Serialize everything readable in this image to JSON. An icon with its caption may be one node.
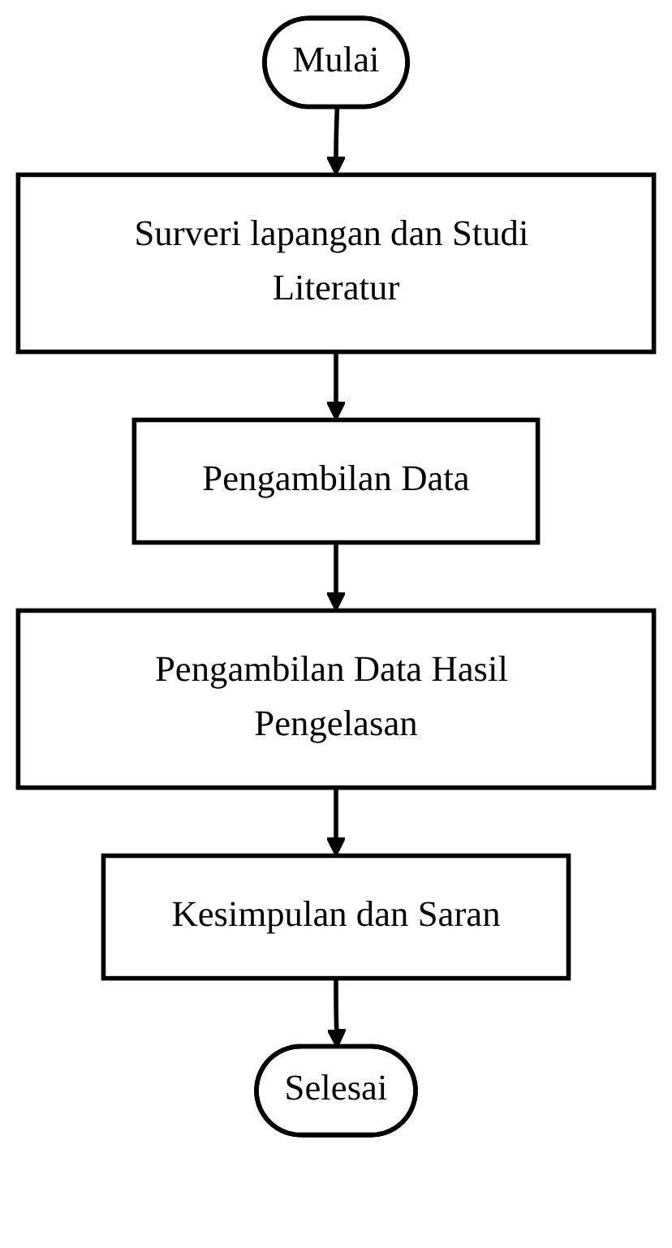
{
  "diagram": {
    "nodes": [
      {
        "text": [
          "Mulai"
        ]
      },
      {
        "text": [
          "Surveri lapangan dan Studi Literatur"
        ]
      },
      {
        "text": [
          "Pengambilan Data"
        ]
      },
      {
        "text": [
          "Pengambilan Data Hasil Pengelasan"
        ]
      },
      {
        "text": [
          "Kesimpulan dan Saran"
        ]
      },
      {
        "text": [
          "Selesai"
        ]
      }
    ],
    "edges": [
      {
        "from": 0,
        "to": 1,
        "arrow": "to"
      },
      {
        "from": 1,
        "to": 2,
        "arrow": "to"
      },
      {
        "from": 2,
        "to": 3,
        "arrow": "to"
      },
      {
        "from": 3,
        "to": 4,
        "arrow": "to"
      },
      {
        "from": 4,
        "to": 5,
        "arrow": "to"
      }
    ]
  }
}
